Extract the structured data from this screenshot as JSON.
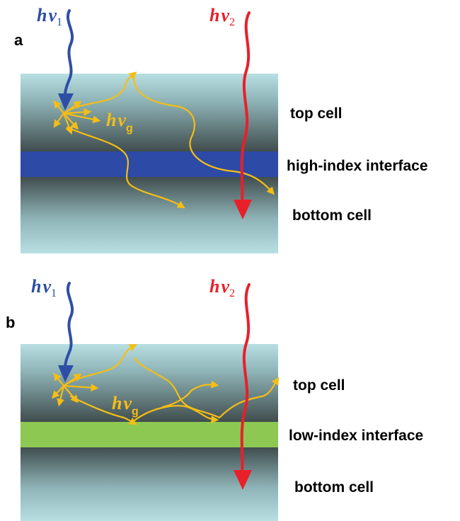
{
  "panels": [
    {
      "label": "a",
      "interface": "high-index interface",
      "top": "top cell",
      "bottom": "bottom cell",
      "interface_color": "#2d4aa6"
    },
    {
      "label": "b",
      "interface": "low-index interface",
      "top": "top cell",
      "bottom": "bottom cell",
      "interface_color": "#8dc853"
    }
  ],
  "photons": {
    "symbol": "h",
    "nu": "ν",
    "sub1": "1",
    "sub2": "2",
    "subg": "g"
  },
  "colors": {
    "photon1": "#2e4ea6",
    "photon2": "#e8202a",
    "emitted": "#f5be14",
    "cell_light": "#b8dfe2",
    "cell_dark": "#404d4e"
  }
}
